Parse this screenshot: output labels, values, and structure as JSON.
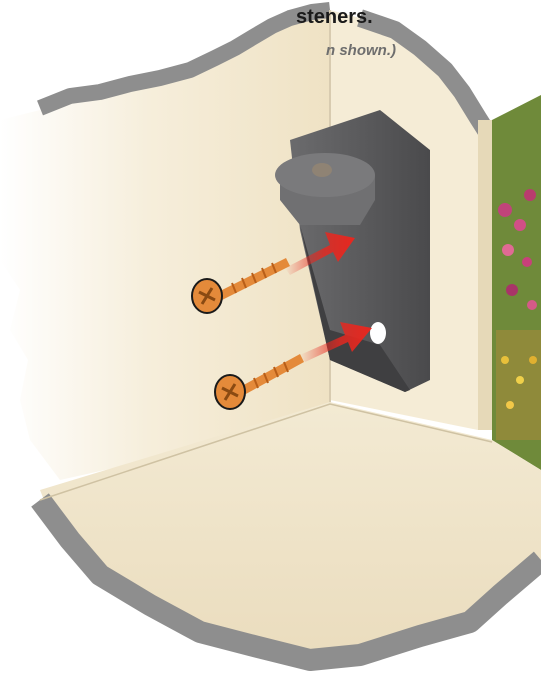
{
  "caption": {
    "line1": "steners.",
    "line2": "n shown.)"
  },
  "illustration": {
    "subject": "bracket-mounting-with-two-screws",
    "colors": {
      "wall": "#f2e8d2",
      "floor": "#efe3c6",
      "bracket": "#58585a",
      "screw": "#e48a3a",
      "arrow": "#e8271f",
      "rock_edge": "#9a9a9a"
    }
  }
}
